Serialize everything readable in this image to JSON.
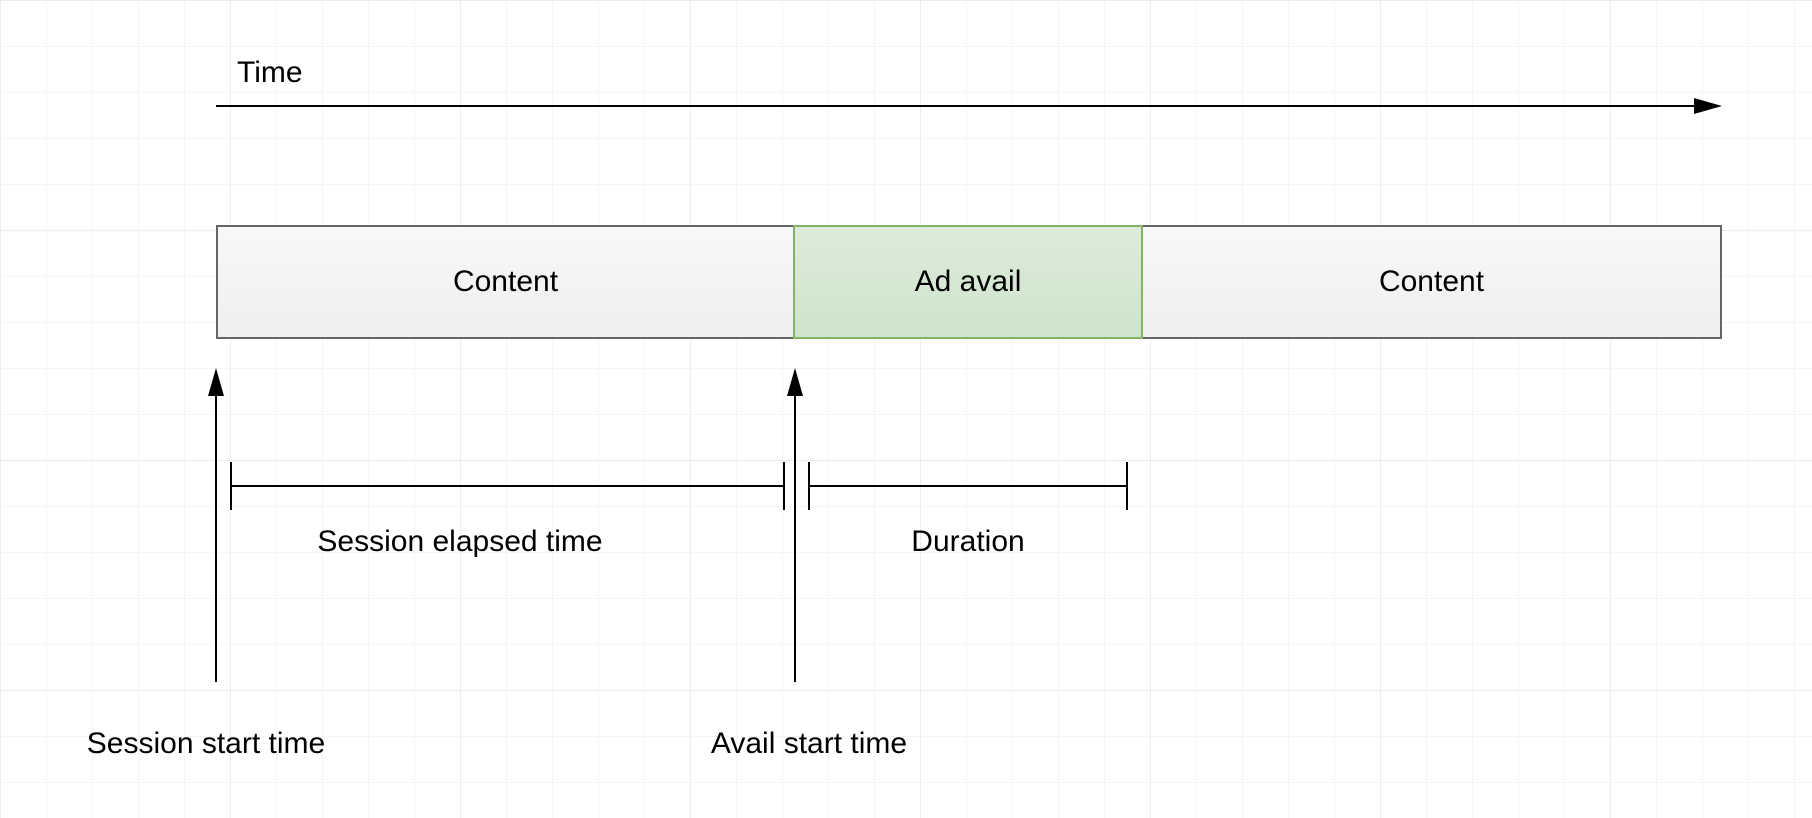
{
  "diagram": {
    "time_label": "Time",
    "blocks": [
      {
        "label": "Content"
      },
      {
        "label": "Ad avail"
      },
      {
        "label": "Content"
      }
    ],
    "measures": {
      "session_elapsed": "Session elapsed time",
      "duration": "Duration"
    },
    "markers": {
      "session_start": "Session start time",
      "avail_start": "Avail start time"
    },
    "colors": {
      "content_fill": "#f5f5f5",
      "content_border": "#666666",
      "ad_fill": "#d5e8d4",
      "ad_border": "#82b366",
      "line": "#000000",
      "text": "#000000",
      "grid_minor": "#f5f5f5",
      "grid_major": "#ececec"
    }
  }
}
